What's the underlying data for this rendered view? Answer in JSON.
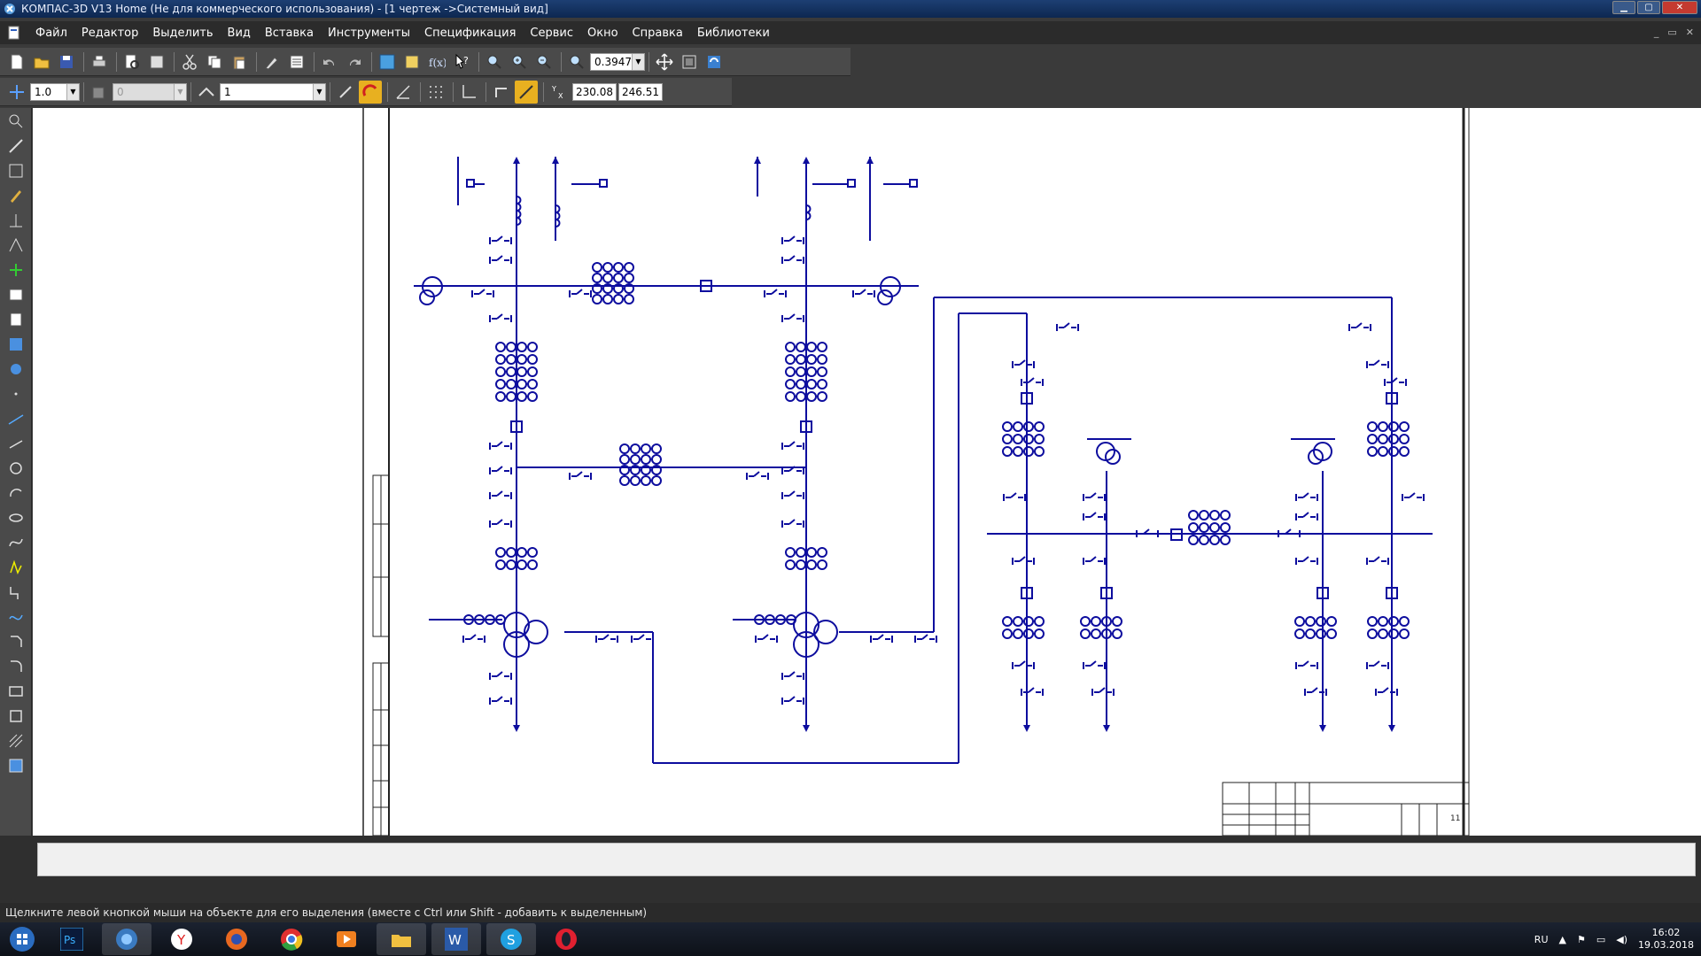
{
  "window": {
    "title": "КОМПАС-3D V13 Home (Не для коммерческого использования) - [1 чертеж ->Системный вид]"
  },
  "menu": {
    "items": [
      "Файл",
      "Редактор",
      "Выделить",
      "Вид",
      "Вставка",
      "Инструменты",
      "Спецификация",
      "Сервис",
      "Окно",
      "Справка",
      "Библиотеки"
    ]
  },
  "toolbar": {
    "zoom_value": "0.3947"
  },
  "toolbar2": {
    "step_value": "1.0",
    "layer_value": "0",
    "style_value": "1",
    "coord_x": "230.08",
    "coord_y": "246.51"
  },
  "title_block": {
    "sheet_number": "11"
  },
  "status": {
    "hint": "Щелкните левой кнопкой мыши на объекте для его выделения (вместе с Ctrl или Shift - добавить к выделенным)"
  },
  "taskbar": {
    "language": "RU",
    "time": "16:02",
    "date": "19.03.2018",
    "apps": [
      "start-icon",
      "photoshop-icon",
      "kompas-icon",
      "yandex-icon",
      "firefox-icon",
      "chrome-icon",
      "video-player-icon",
      "explorer-icon",
      "word-icon",
      "skype-icon",
      "opera-icon"
    ]
  },
  "colors": {
    "drawing_line": "#0d0d9e",
    "canvas_bg": "#ffffff",
    "frame": "#1a1a1a"
  }
}
